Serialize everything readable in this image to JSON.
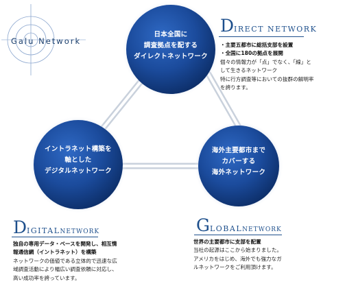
{
  "logo": {
    "text": "Galu  Network"
  },
  "nodes": {
    "top": {
      "lines": [
        "日本全国に",
        "調査拠点を配する",
        "ダイレクトネットワーク"
      ]
    },
    "left": {
      "lines": [
        "イントラネット構築を",
        "軸とした",
        "デジタルネットワーク"
      ]
    },
    "right": {
      "lines": [
        "海外主要都市まで",
        "カバーする",
        "海外ネットワーク"
      ]
    }
  },
  "direct": {
    "initial": "D",
    "rest": "IRECT NETWORK",
    "bullets": [
      "・主要五都市に総括支部を設置",
      "・全国に180の拠点を展開"
    ],
    "body": [
      "個々の情報力が「点」でなく、「線」と",
      "して生きるネットワーク",
      "特に行方調査等においての抜群の解明率",
      "を誇ります。"
    ]
  },
  "digital": {
    "initial": "D",
    "rest": "IGITAL",
    "suffix": "NETWORK",
    "bold": [
      "独自の専用データ・ベースを開発し、相互情",
      "報通信網（イントラネット）を構築"
    ],
    "body": [
      "ネットワークの価値である立体的で迅速な広",
      "域調査活動により幅広い調査依頼に対応し、",
      "高い成功率を誇っています。"
    ]
  },
  "global": {
    "initial": "G",
    "rest": "LOBAL",
    "suffix": "NETWORK",
    "bold": [
      "世界の主要都市に支部を配置"
    ],
    "body": [
      "当社の起源はここから始まりました。",
      "アメリカをはじめ、海外でも強力なガ",
      "ルネットワークをご利用頂けます。"
    ]
  }
}
